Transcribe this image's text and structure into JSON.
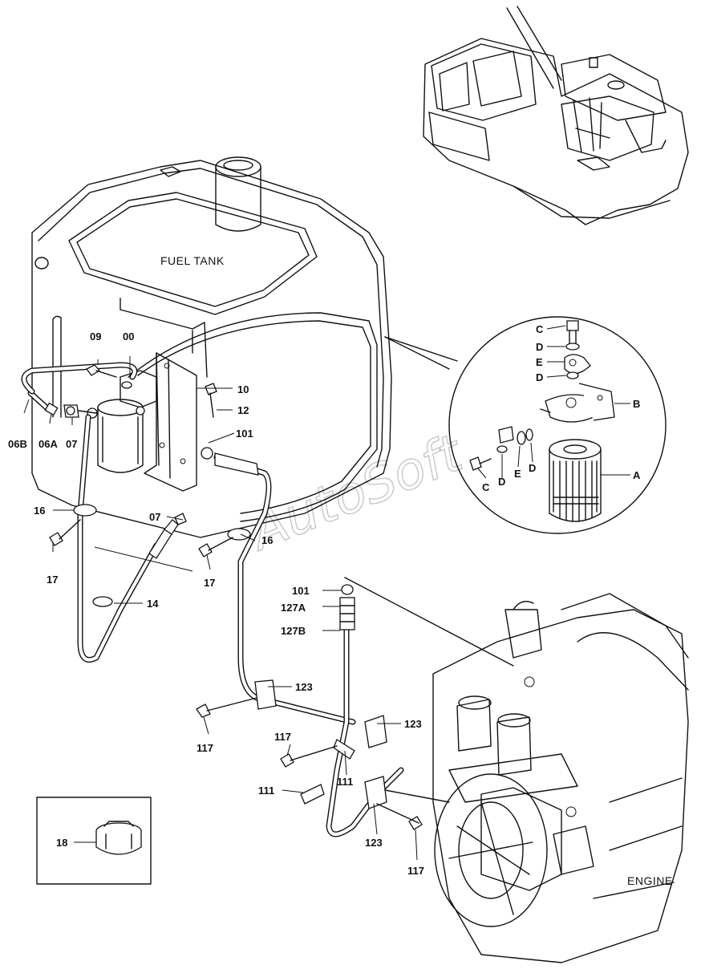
{
  "labels": {
    "fuel_tank": "FUEL TANK",
    "engine": "ENGINE",
    "watermark": "AutoSoft"
  },
  "callouts": {
    "p09": "09",
    "p00": "00",
    "p10": "10",
    "p12": "12",
    "p101a": "101",
    "p06b": "06B",
    "p06a": "06A",
    "p07a": "07",
    "p16a": "16",
    "p07b": "07",
    "p16b": "16",
    "p17a": "17",
    "p17b": "17",
    "p14": "14",
    "p101b": "101",
    "p127a": "127A",
    "p127b": "127B",
    "p123a": "123",
    "p123b": "123",
    "p123c": "123",
    "p117a": "117",
    "p117b": "117",
    "p117c": "117",
    "p111a": "111",
    "p111b": "111",
    "p18": "18"
  },
  "detail": {
    "c1": "C",
    "d1": "D",
    "e1": "E",
    "d2": "D",
    "b": "B",
    "a": "A",
    "c2": "C",
    "d3": "D",
    "e2": "E",
    "d4": "D"
  }
}
